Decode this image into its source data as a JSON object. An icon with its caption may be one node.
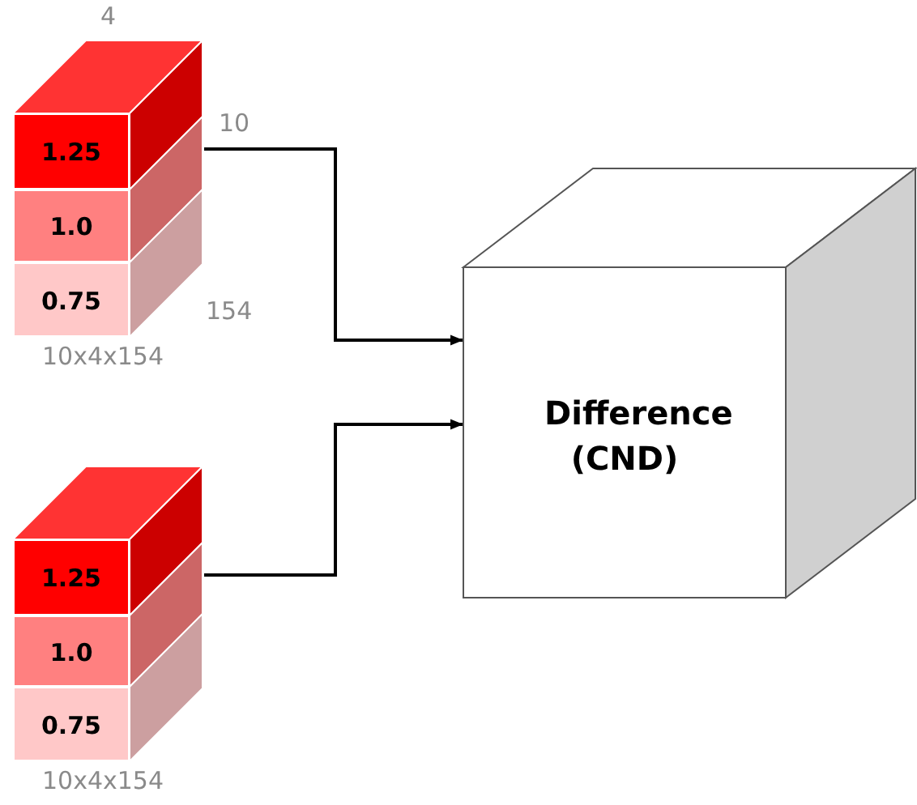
{
  "diagram": {
    "nodes": [
      {
        "text": [],
        "shape": "box",
        "beside": [
          "4",
          "10",
          "154",
          "10x4x154"
        ]
      },
      {
        "text": [
          "1.25"
        ],
        "in": 0
      },
      {
        "text": [
          "1.0"
        ],
        "in": 0
      },
      {
        "text": [
          "0.75"
        ],
        "in": 0
      },
      {
        "text": [],
        "shape": "box",
        "beside": [
          "10x4x154"
        ]
      },
      {
        "text": [
          "1.25"
        ],
        "in": 4
      },
      {
        "text": [
          "1.0"
        ],
        "in": 4
      },
      {
        "text": [
          "0.75"
        ],
        "in": 4
      },
      {
        "text": [
          "Difference (CND)"
        ]
      }
    ],
    "edges": [
      {
        "from": 0,
        "to": 8,
        "arrow": "to"
      },
      {
        "from": 4,
        "to": 8,
        "arrow": "to"
      }
    ]
  }
}
